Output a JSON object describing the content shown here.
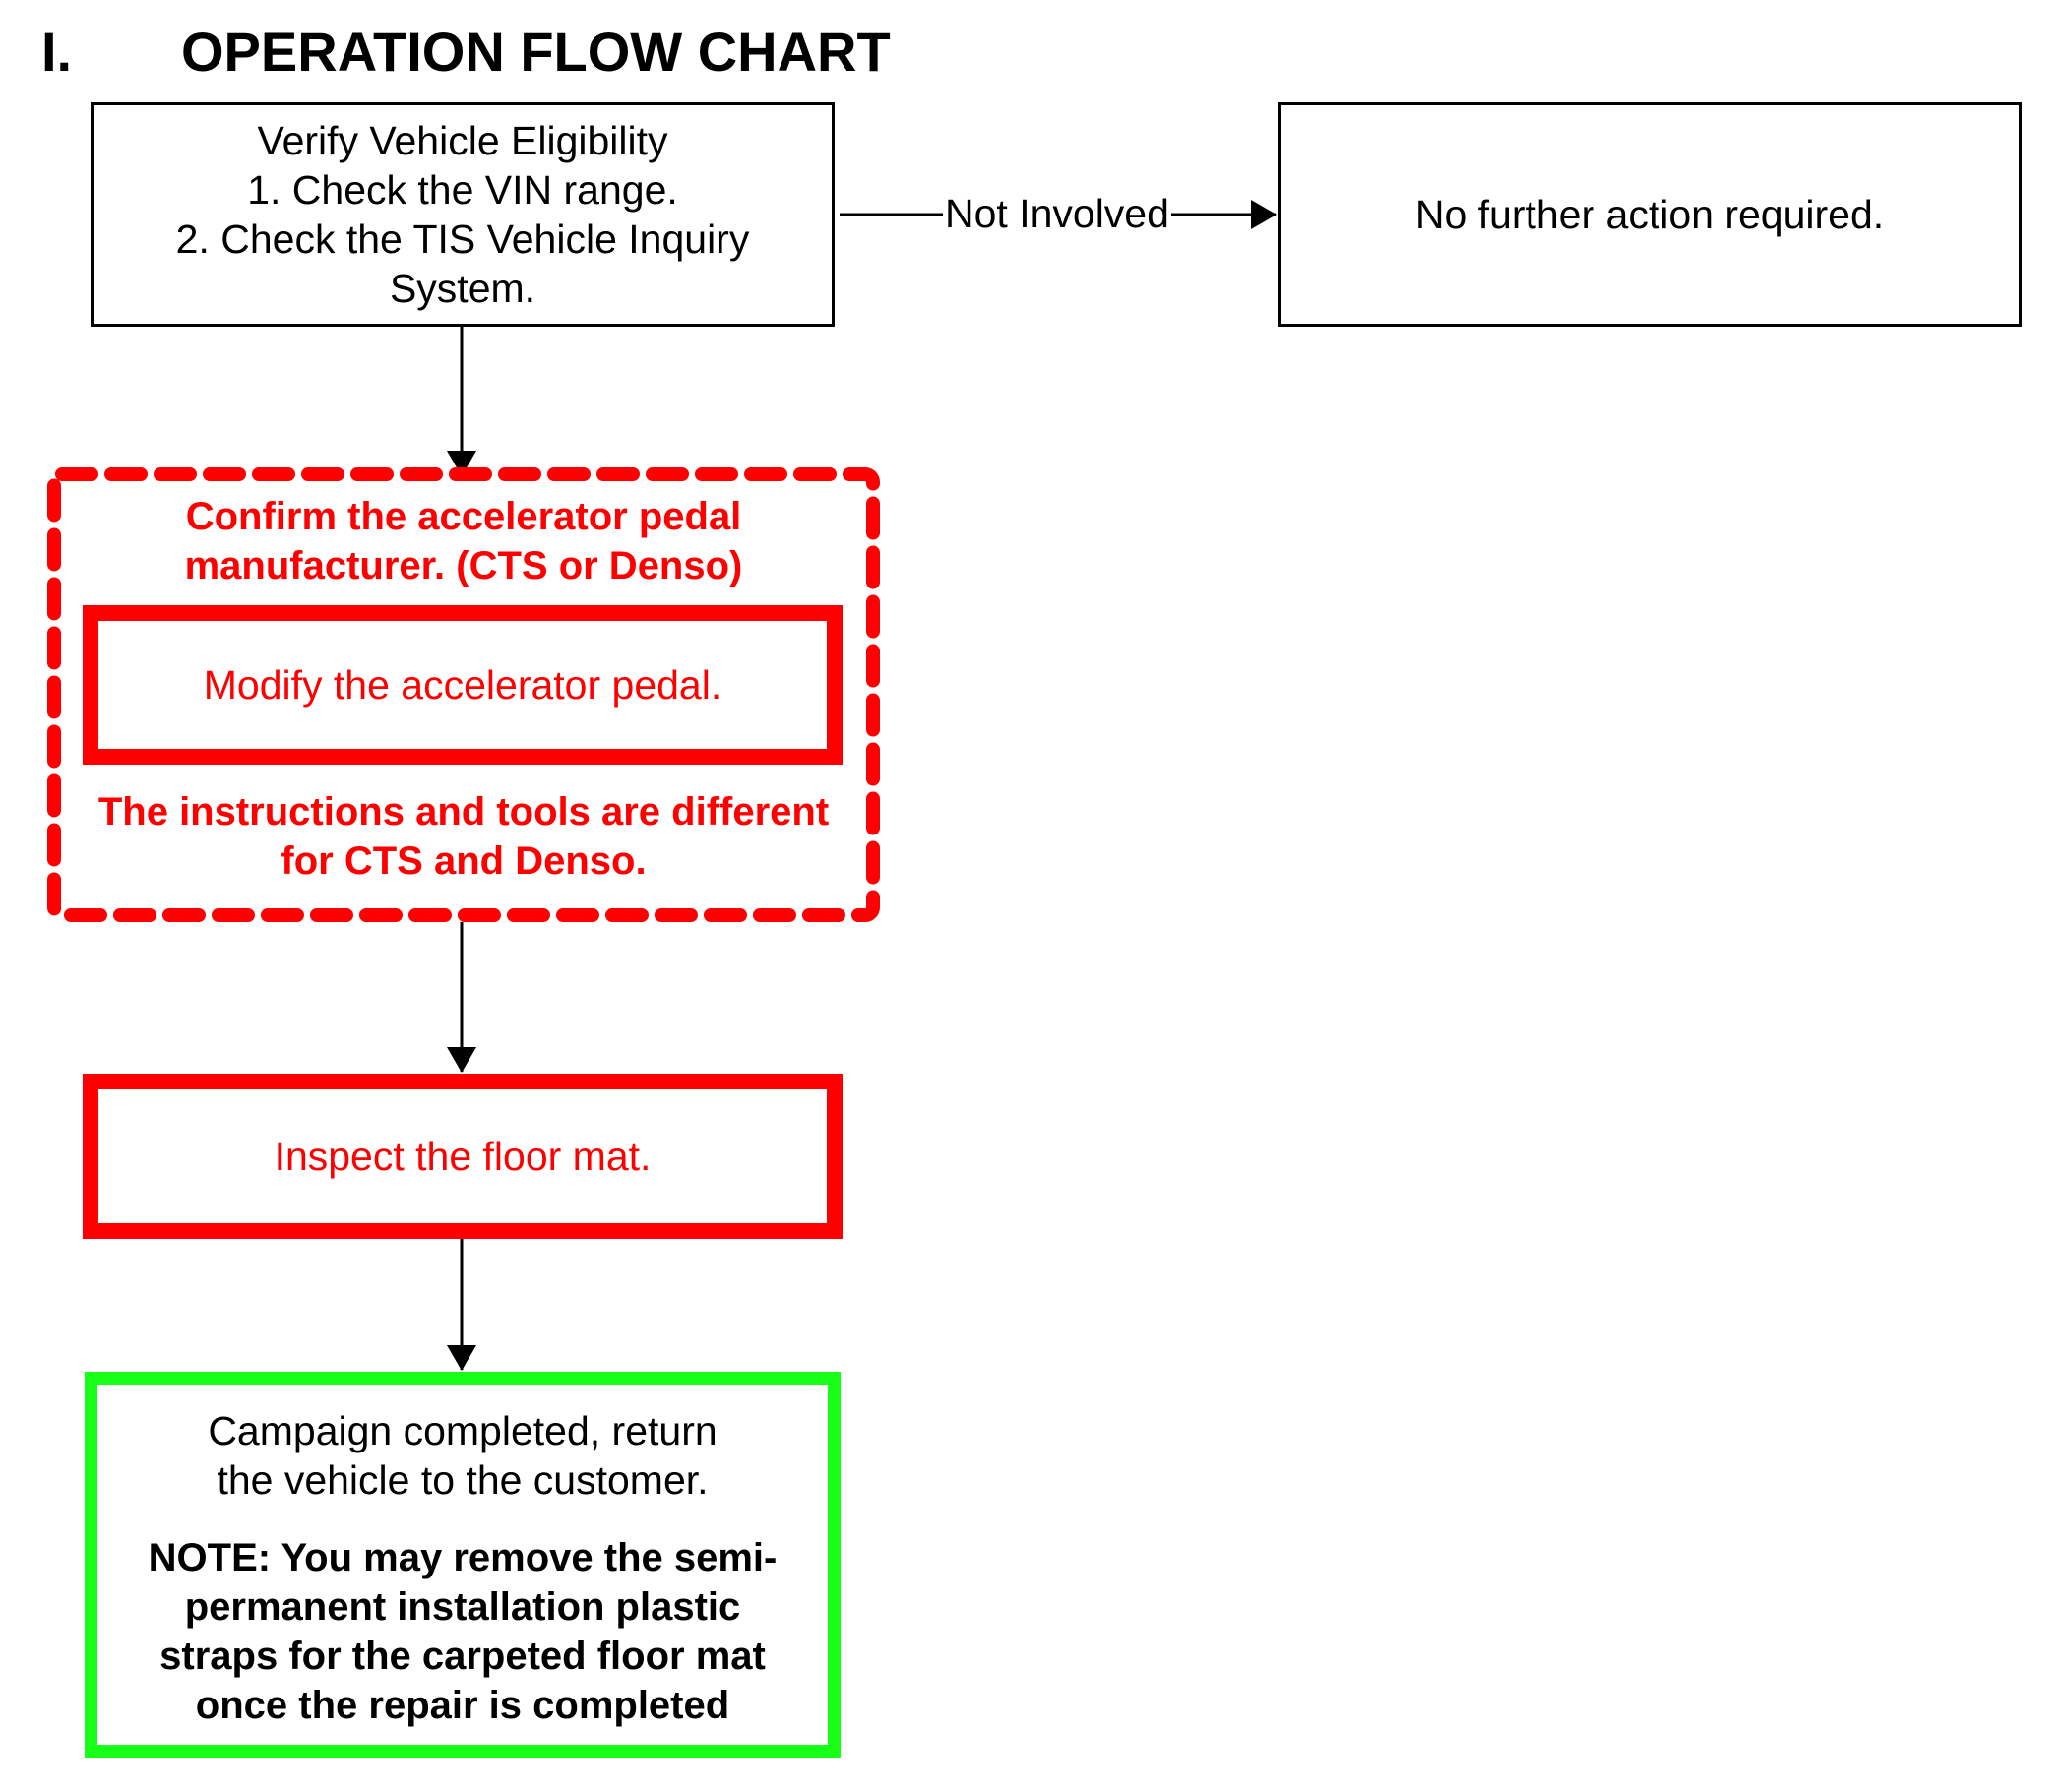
{
  "heading": {
    "number": "I.",
    "title": "OPERATION FLOW CHART"
  },
  "nodes": {
    "verify": {
      "lines": [
        "Verify Vehicle Eligibility",
        "1. Check the VIN range.",
        "2. Check the TIS Vehicle Inquiry",
        "System."
      ]
    },
    "no_action": {
      "text": "No further action required."
    },
    "pedal_group": {
      "confirm_lines": [
        "Confirm the accelerator pedal",
        "manufacturer. (CTS or Denso)"
      ],
      "modify": "Modify the accelerator pedal.",
      "instruction_lines": [
        "The instructions and tools are different",
        "for CTS and Denso."
      ]
    },
    "inspect": {
      "text": "Inspect the floor mat."
    },
    "complete": {
      "lines": [
        "Campaign completed, return",
        "the vehicle to the customer."
      ],
      "note_lines": [
        "NOTE: You may remove the semi-",
        "permanent installation plastic",
        "straps for the carpeted floor mat",
        "once the repair is completed"
      ]
    }
  },
  "edges": {
    "not_involved_label": "Not Involved"
  },
  "colors": {
    "black": "#000000",
    "red": "#ff0000",
    "green": "#17ff17"
  }
}
